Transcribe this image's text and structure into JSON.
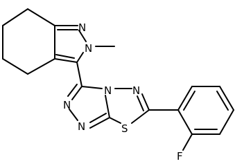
{
  "atoms": {
    "N_indazole_top": "N",
    "N_indazole_methyl": "N",
    "N_triazole_bridge": "N",
    "N_thiadiazole": "N",
    "N_triazole_left_upper": "N",
    "N_triazole_left_lower": "N",
    "S": "S",
    "F": "F"
  },
  "colors": {
    "bond": "#000000",
    "label": "#000000",
    "background": "#ffffff"
  }
}
